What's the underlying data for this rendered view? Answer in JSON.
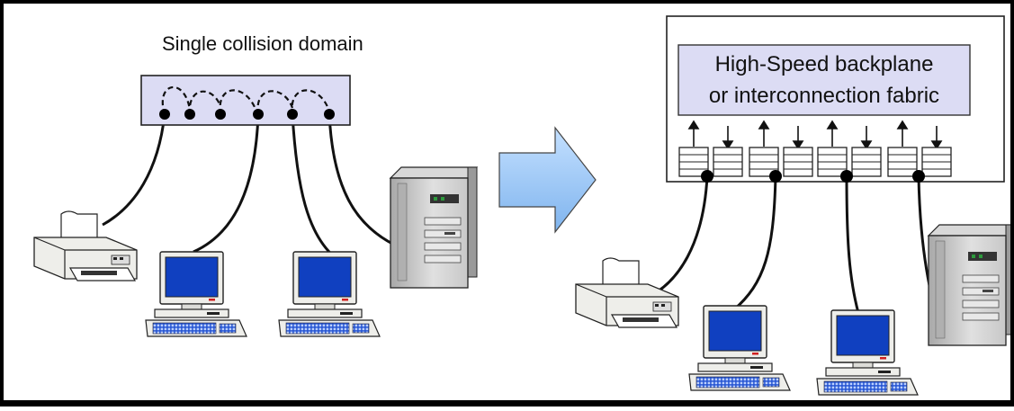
{
  "left_panel": {
    "title": "Single collision domain"
  },
  "right_panel": {
    "fabric_label_line1": "High-Speed backplane",
    "fabric_label_line2": "or interconnection fabric"
  },
  "colors": {
    "frame": "#000000",
    "hub_fill": "#dcdcf4",
    "fabric_fill": "#dcdcf4",
    "arrow_fill": "#9cc8f4",
    "screen_blue": "#1040c0",
    "device_beige": "#eeeeea"
  }
}
